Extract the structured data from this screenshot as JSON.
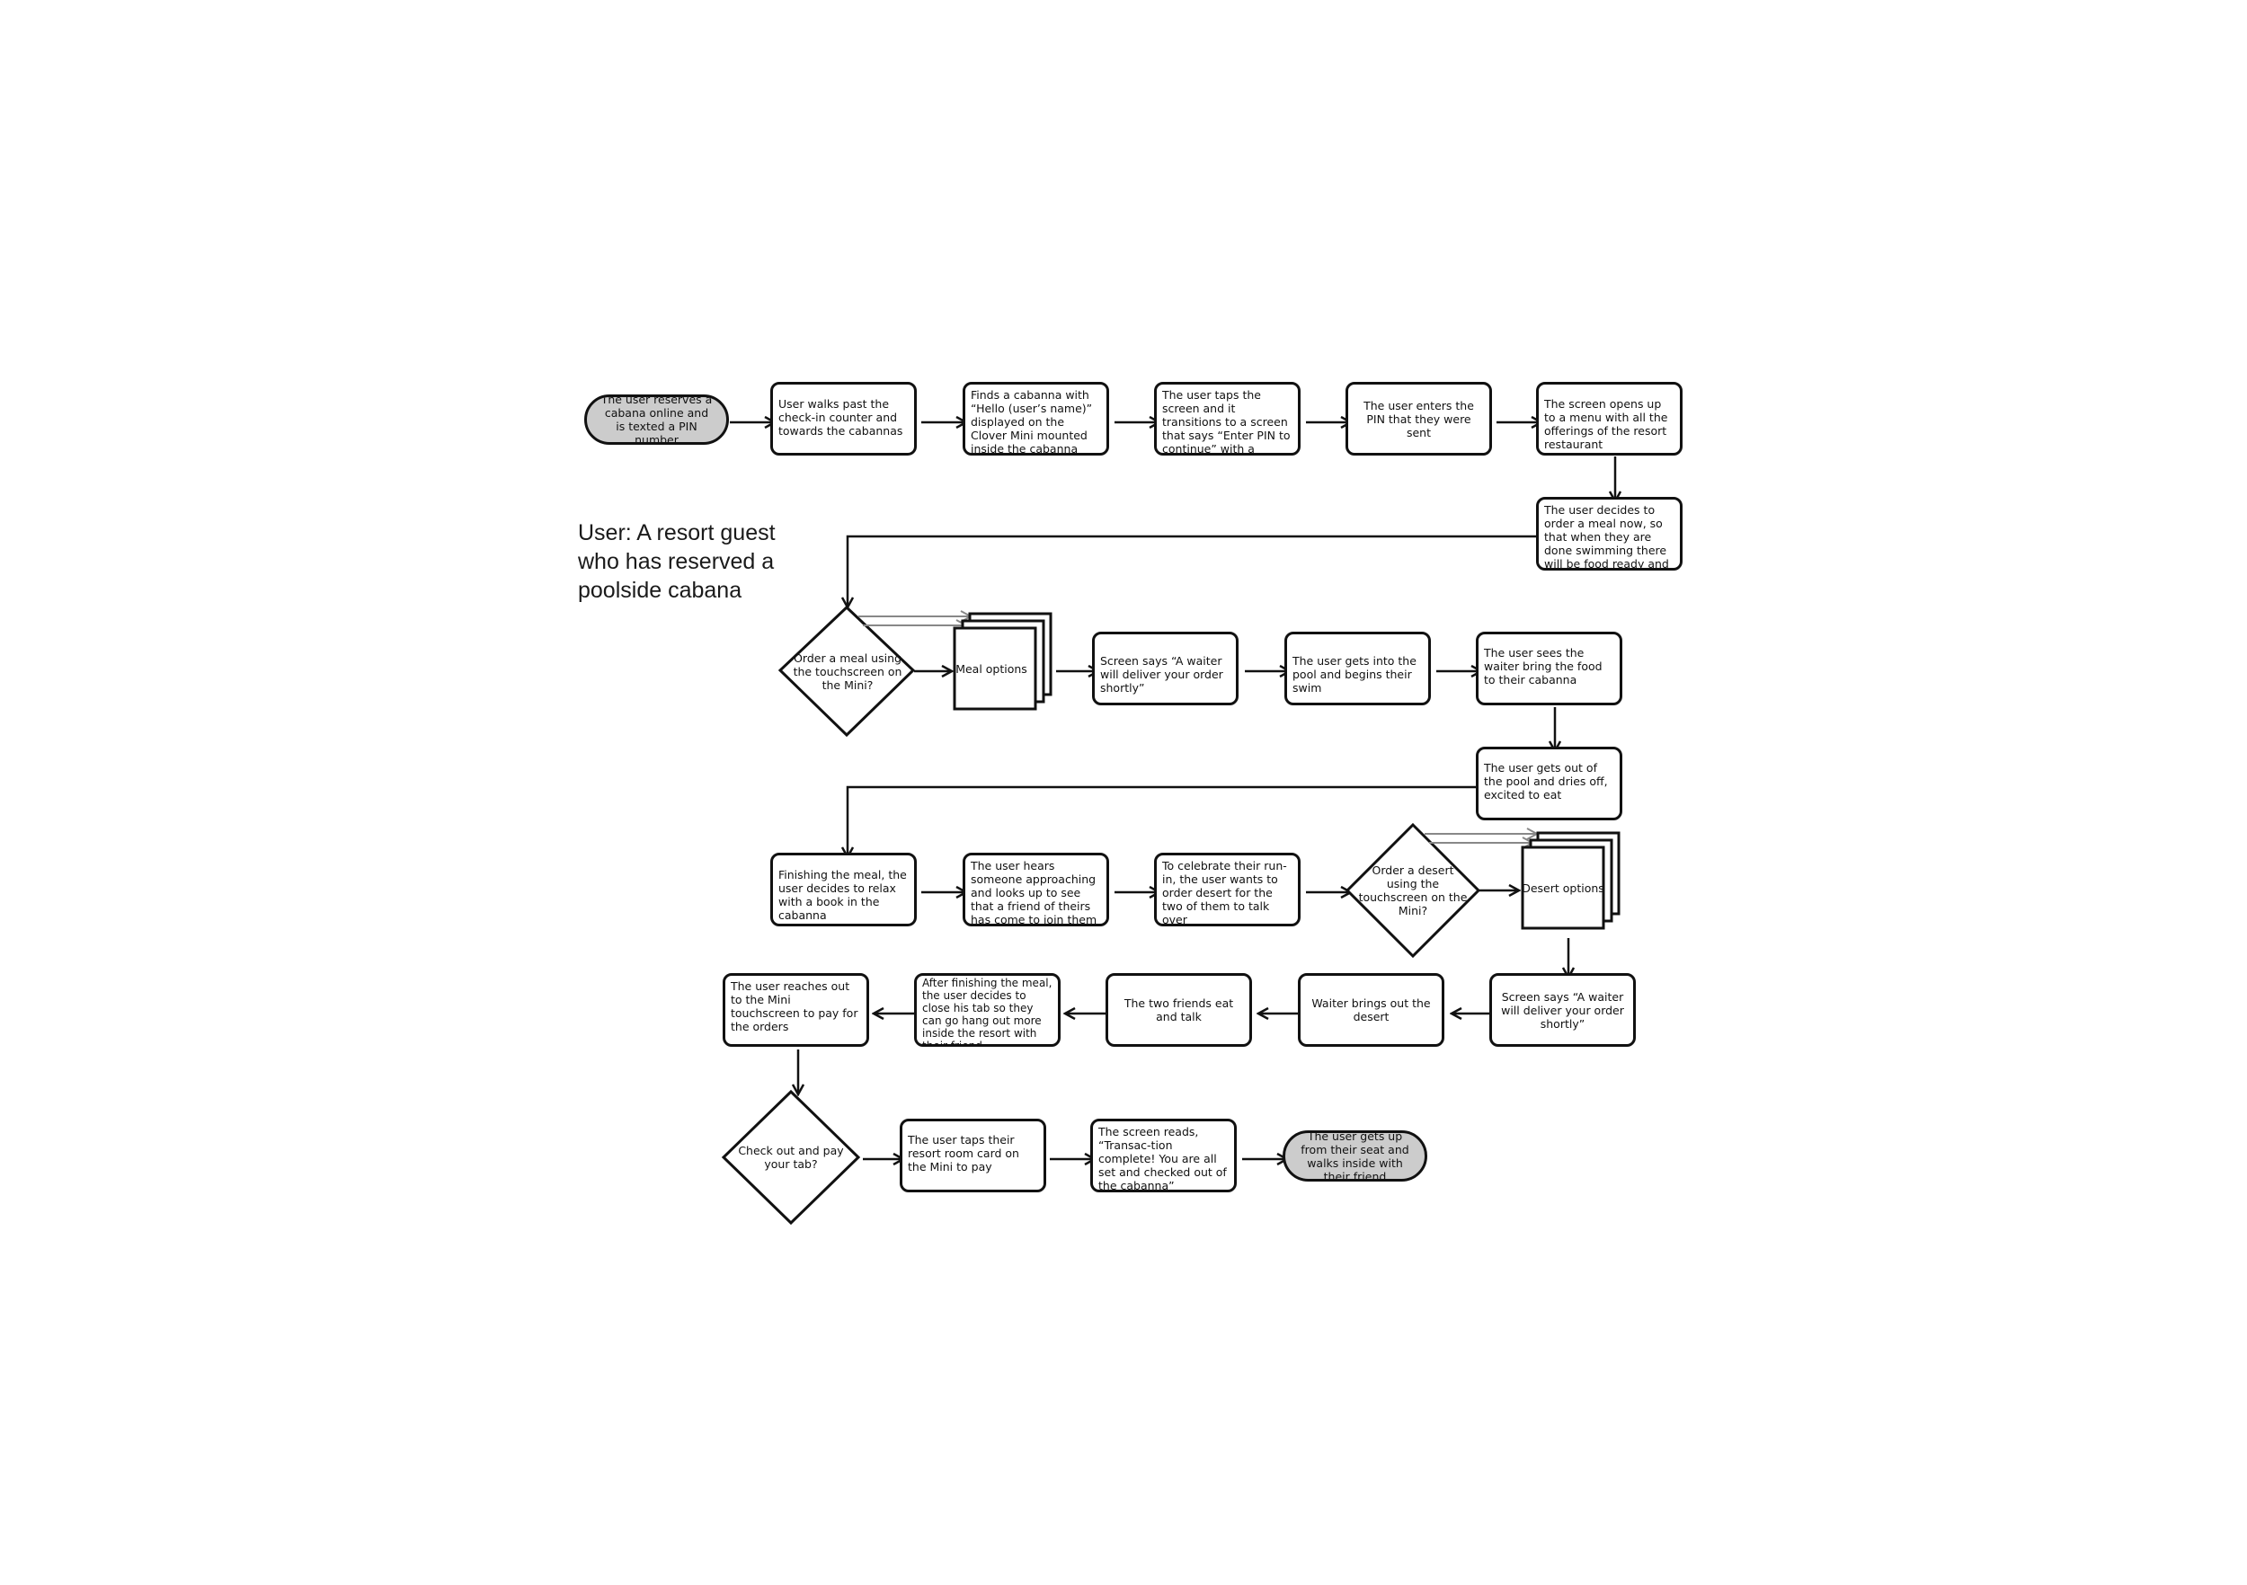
{
  "persona": "User: A resort guest who has reserved a poolside cabana",
  "nodes": {
    "start": "The user reserves a cabana online and is texted a PIN number",
    "walks_past": "User walks past the check-in counter and towards the cabannas",
    "finds_cabana": "Finds a cabanna with “Hello (user’s name)” displayed on the Clover Mini mounted inside the cabanna",
    "taps_screen": "The user taps the screen and it transitions to a screen that says “Enter PIN to continue” with a digital number pad",
    "enters_pin": "The user enters the PIN that they were sent",
    "menu_opens": "The screen opens up to a menu with all the offerings of the resort restaurant",
    "decides_order": "The user decides to order a meal now, so that when they are done swimming there will be food ready and waiting for them",
    "order_meal_decision": "Order a meal using the touchscreen on the Mini?",
    "meal_options": "Meal options",
    "waiter_deliver_1": "Screen says “A waiter will deliver your order shortly”",
    "begins_swim": "The user gets into the pool and begins their swim",
    "sees_waiter": "The user sees the waiter bring the food to their cabanna",
    "gets_out": "The user gets out of the pool and dries off, excited to eat",
    "finishing_meal": "Finishing the meal, the user decides to relax with a book in the cabanna",
    "hears_someone": "The user hears someone approaching and looks up to see that a friend of theirs has come to join them",
    "celebrate": "To celebrate their run-in, the user wants to order desert for the two of them to talk over",
    "order_desert_decision": "Order a desert using the touchscreen on the Mini?",
    "desert_options": "Desert options",
    "waiter_deliver_2": "Screen says “A waiter will deliver your order shortly”",
    "waiter_brings": "Waiter brings out the desert",
    "eat_talk": "The two friends eat and talk",
    "close_tab": "After finishing the meal, the user decides to close his tab so they can go hang out more inside the resort with their friend",
    "reaches_out": "The user reaches out to the Mini touchscreen to pay for the orders",
    "checkout_decision": "Check out and pay your tab?",
    "taps_card": "The user taps their resort room card on the Mini to pay",
    "transaction": "The screen reads, “Transac-tion complete! You are all set and checked out of the cabanna”",
    "end": "The user gets up from their seat and walks inside with their friend"
  },
  "colors": {
    "stroke": "#111111",
    "terminal_fill": "#cccccc",
    "background": "#ffffff"
  }
}
